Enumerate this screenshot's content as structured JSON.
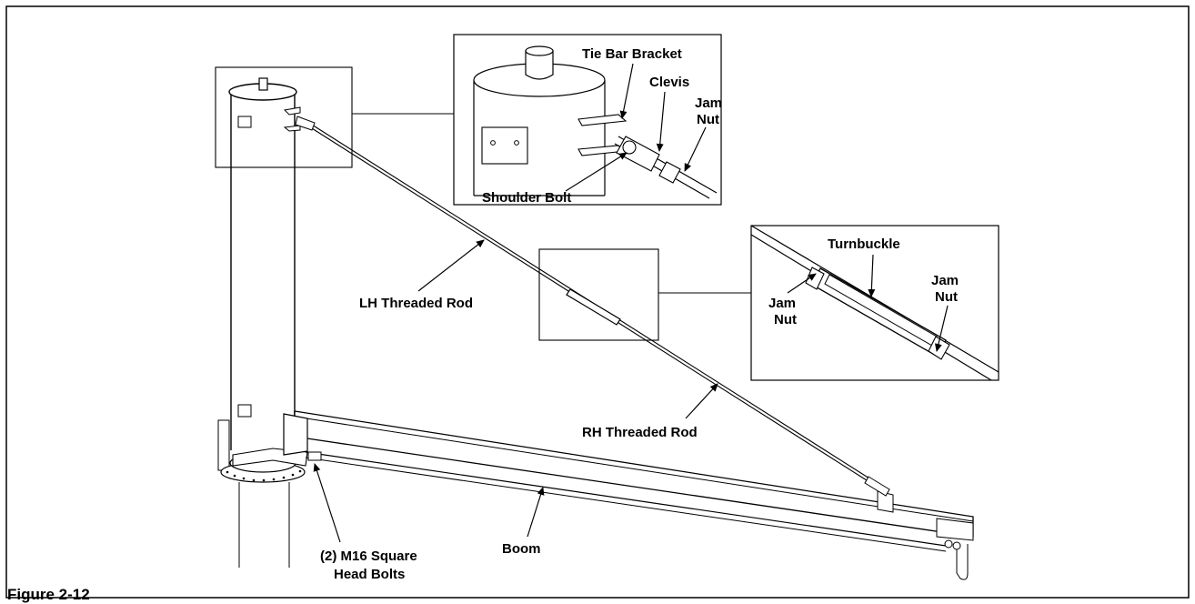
{
  "figure": {
    "caption": "Figure 2-12"
  },
  "callouts": {
    "tie_bar_bracket": "Tie Bar Bracket",
    "clevis": "Clevis",
    "jam_nut_top_1": "Jam",
    "jam_nut_top_2": "Nut",
    "shoulder_bolt": "Shoulder Bolt",
    "turnbuckle": "Turnbuckle",
    "jam_nut_left_1": "Jam",
    "jam_nut_left_2": "Nut",
    "jam_nut_right_1": "Jam",
    "jam_nut_right_2": "Nut",
    "lh_threaded_rod": "LH Threaded Rod",
    "rh_threaded_rod": "RH Threaded Rod",
    "boom": "Boom",
    "square_bolts_1": "(2) M16 Square",
    "square_bolts_2": "Head Bolts"
  }
}
